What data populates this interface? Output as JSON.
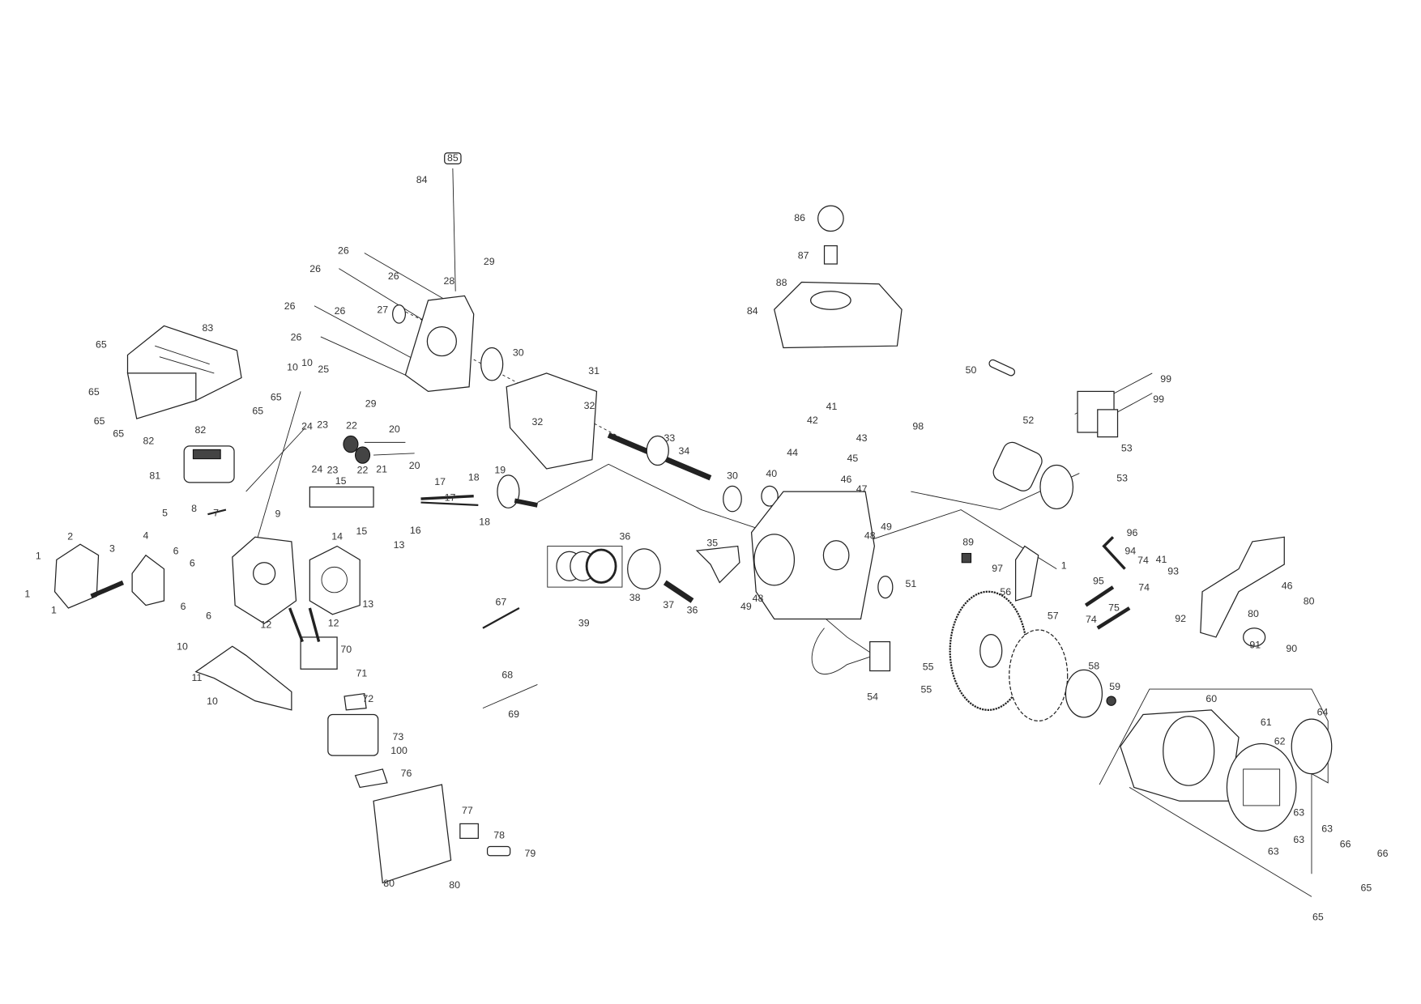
{
  "diagram": {
    "type": "exploded-parts-diagram",
    "callouts": [
      "85",
      "84",
      "26",
      "26",
      "26",
      "28",
      "29",
      "26",
      "26",
      "27",
      "26",
      "30",
      "31",
      "32",
      "32",
      "29",
      "10",
      "10",
      "25",
      "83",
      "65",
      "65",
      "65",
      "65",
      "65",
      "65",
      "82",
      "82",
      "81",
      "24",
      "23",
      "22",
      "20",
      "24",
      "23",
      "22",
      "21",
      "20",
      "17",
      "18",
      "19",
      "15",
      "15",
      "16",
      "17",
      "18",
      "8",
      "5",
      "7",
      "9",
      "2",
      "3",
      "4",
      "1",
      "6",
      "6",
      "14",
      "13",
      "13",
      "6",
      "6",
      "1",
      "1",
      "12",
      "12",
      "10",
      "11",
      "10",
      "70",
      "71",
      "72",
      "73",
      "100",
      "76",
      "77",
      "78",
      "79",
      "80",
      "80",
      "67",
      "68",
      "69",
      "39",
      "36",
      "38",
      "37",
      "36",
      "35",
      "33",
      "34",
      "30",
      "40",
      "41",
      "42",
      "43",
      "44",
      "45",
      "46",
      "47",
      "48",
      "49",
      "48",
      "49",
      "51",
      "50",
      "86",
      "87",
      "88",
      "84",
      "98",
      "52",
      "53",
      "53",
      "99",
      "99",
      "89",
      "97",
      "1",
      "56",
      "57",
      "54",
      "55",
      "55",
      "58",
      "59",
      "60",
      "61",
      "62",
      "64",
      "63",
      "63",
      "63",
      "63",
      "65",
      "66",
      "66",
      "65",
      "96",
      "94",
      "74",
      "41",
      "93",
      "74",
      "95",
      "75",
      "74",
      "92",
      "80",
      "46",
      "80",
      "91",
      "90"
    ]
  }
}
